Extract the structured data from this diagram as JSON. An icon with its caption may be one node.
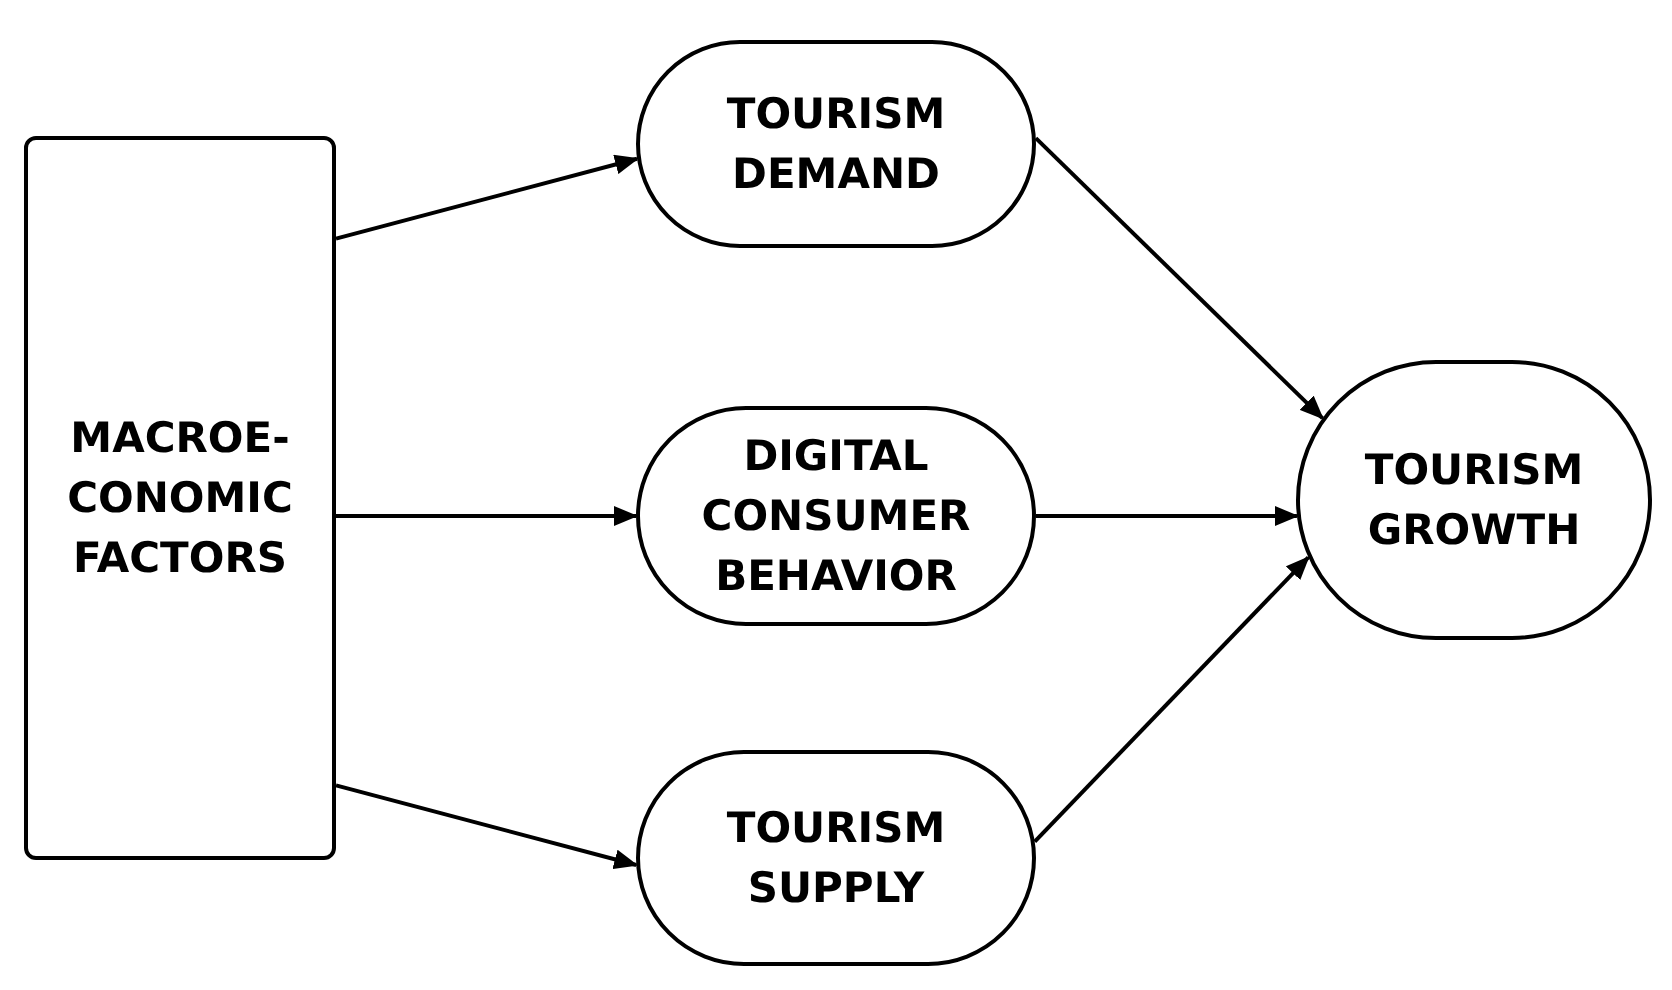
{
  "diagram": {
    "nodes": [
      {
        "text": [
          "MACROE- CONOMIC FACTORS"
        ]
      },
      {
        "text": [
          "TOURISM DEMAND"
        ]
      },
      {
        "text": [
          "DIGITAL CONSUMER BEHAVIOR"
        ]
      },
      {
        "text": [
          "TOURISM SUPPLY"
        ]
      },
      {
        "text": [
          "TOURISM GROWTH"
        ]
      }
    ],
    "edges": [
      {
        "from": 0,
        "to": 1,
        "arrow": "to"
      },
      {
        "from": 0,
        "to": 2,
        "arrow": "to"
      },
      {
        "from": 0,
        "to": 3,
        "arrow": "to"
      },
      {
        "from": 1,
        "to": 4,
        "arrow": "to"
      },
      {
        "from": 2,
        "to": 4,
        "arrow": "to"
      },
      {
        "from": 3,
        "to": 4,
        "arrow": "to"
      }
    ]
  }
}
